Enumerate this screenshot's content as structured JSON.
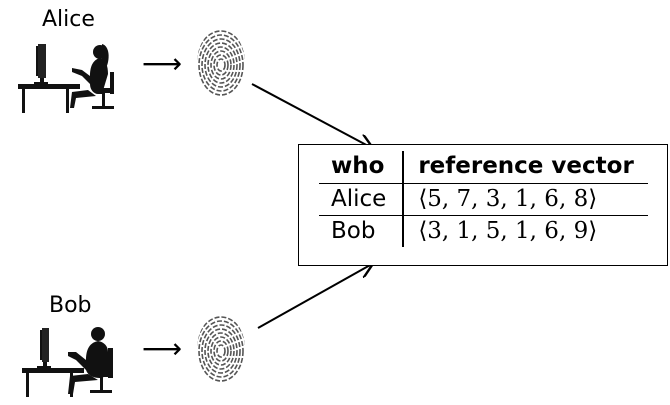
{
  "actors": [
    {
      "name": "Alice"
    },
    {
      "name": "Bob"
    }
  ],
  "table": {
    "headers": [
      "who",
      "reference vector"
    ],
    "rows": [
      {
        "who": "Alice",
        "vector": "⟨5, 7, 3, 1, 6, 8⟩"
      },
      {
        "who": "Bob",
        "vector": "⟨3, 1, 5, 1, 6, 9⟩"
      }
    ]
  },
  "icons": [
    "woman-at-computer-icon",
    "man-at-computer-icon",
    "fingerprint-icon"
  ],
  "arrow_glyph": "⟶"
}
